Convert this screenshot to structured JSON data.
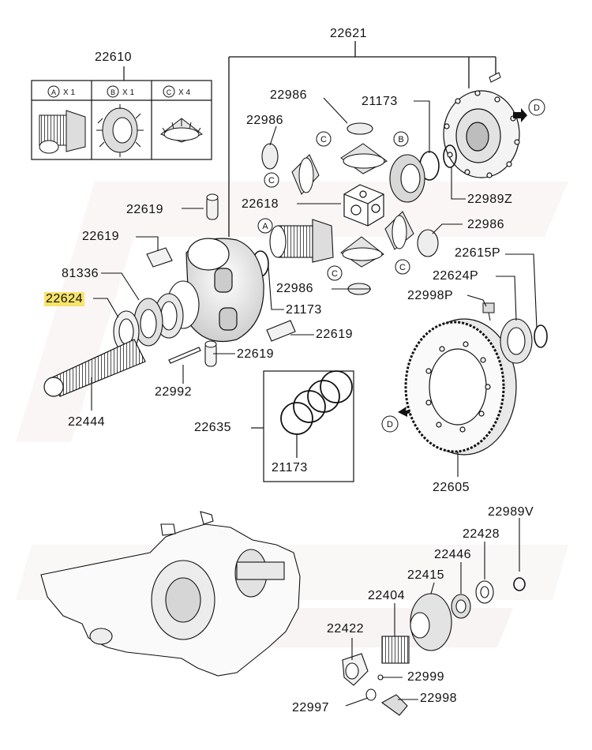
{
  "brand_colors": {
    "highlight": "#f7e36b",
    "ink": "#111111",
    "watermark": "#f1ebea"
  },
  "callouts": {
    "c22621": "22621",
    "c22610": "22610",
    "c22986a": "22986",
    "c22986b": "22986",
    "c22986c": "22986",
    "c22986d": "22986",
    "c21173a": "21173",
    "c21173b": "21173",
    "c21173c": "21173",
    "c22989Z": "22989Z",
    "c22619a": "22619",
    "c22619b": "22619",
    "c22619c": "22619",
    "c22619d": "22619",
    "c22618": "22618",
    "c81336": "81336",
    "c22624": "22624",
    "c22615P": "22615P",
    "c22624P": "22624P",
    "c22998P": "22998P",
    "c22992": "22992",
    "c22444": "22444",
    "c22635": "22635",
    "c22605": "22605",
    "c22989V": "22989V",
    "c22428": "22428",
    "c22446": "22446",
    "c22415": "22415",
    "c22404": "22404",
    "c22422": "22422",
    "c22999": "22999",
    "c22998": "22998",
    "c22997": "22997"
  },
  "kit_table": [
    {
      "mark": "A",
      "qty": "X 1"
    },
    {
      "mark": "B",
      "qty": "X 1"
    },
    {
      "mark": "C",
      "qty": "X 4"
    }
  ],
  "ref_marks": {
    "A": "A",
    "B": "B",
    "C": "C",
    "D": "D"
  }
}
